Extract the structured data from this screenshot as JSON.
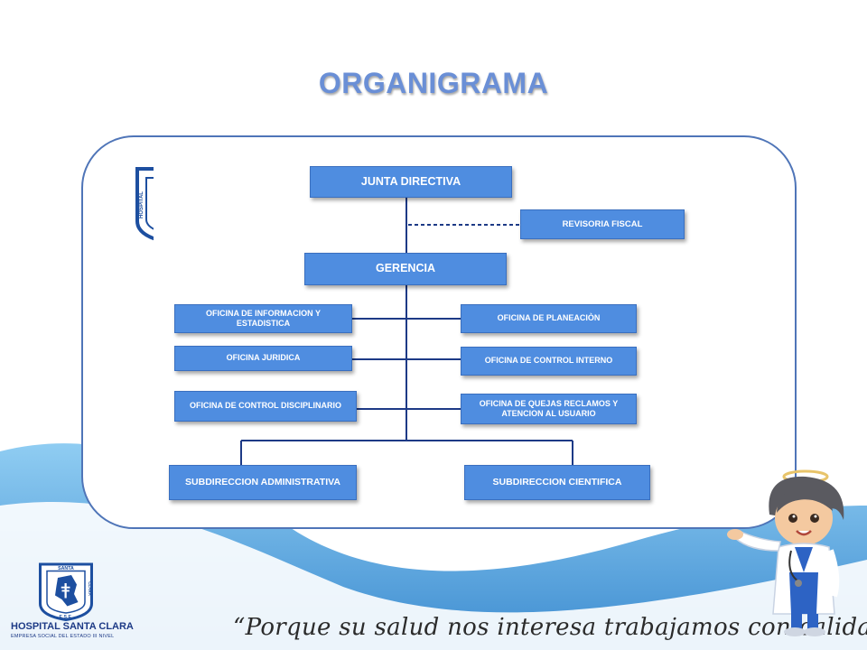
{
  "title": "ORGANIGRAMA",
  "org_chart": {
    "junta": "JUNTA DIRECTIVA",
    "revisoria": "REVISORIA FISCAL",
    "gerencia": "GERENCIA",
    "left_offices": [
      "OFICINA DE INFORMACION Y ESTADISTICA",
      "OFICINA JURIDICA",
      "OFICINA DE CONTROL DISCIPLINARIO"
    ],
    "right_offices": [
      "OFICINA DE PLANEACIÒN",
      "OFICINA DE CONTROL INTERNO",
      "OFICINA DE QUEJAS RECLAMOS Y ATENCION AL USUARIO"
    ],
    "sub_admin": "SUBDIRECCION ADMINISTRATIVA",
    "sub_cientifica": "SUBDIRECCION CIENTIFICA"
  },
  "logo": {
    "top_text": "SANTA",
    "left_text": "HOSPITAL",
    "right_text": "CLARA",
    "bottom_text": "E.S.E."
  },
  "footer": {
    "hospital_name": "HOSPITAL SANTA CLARA",
    "subtitle": "EMPRESA SOCIAL DEL ESTADO III NIVEL",
    "slogan": "“Porque su salud nos interesa trabajamos con calidad”"
  },
  "colors": {
    "box_fill": "#4f8de0",
    "frame_border": "#4f75b8",
    "title": "#6a8fd6",
    "wave": "#2f8fd6"
  }
}
